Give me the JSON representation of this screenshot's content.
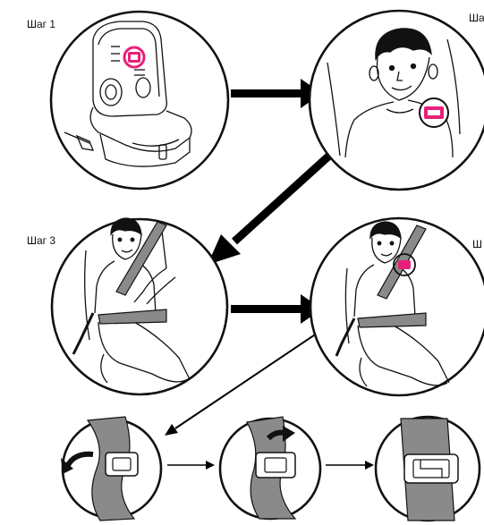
{
  "steps": [
    {
      "label": "Шаг 1"
    },
    {
      "label": "Ша"
    },
    {
      "label": "Шаг 3"
    },
    {
      "label": "Ш"
    }
  ],
  "colors": {
    "line": "#111111",
    "accent": "#e8207a",
    "belt": "#8a8a8a",
    "arrow": "#000000"
  },
  "icons": {
    "clip": "belt-positioning-clip",
    "arrows": "step-flow-arrows"
  }
}
